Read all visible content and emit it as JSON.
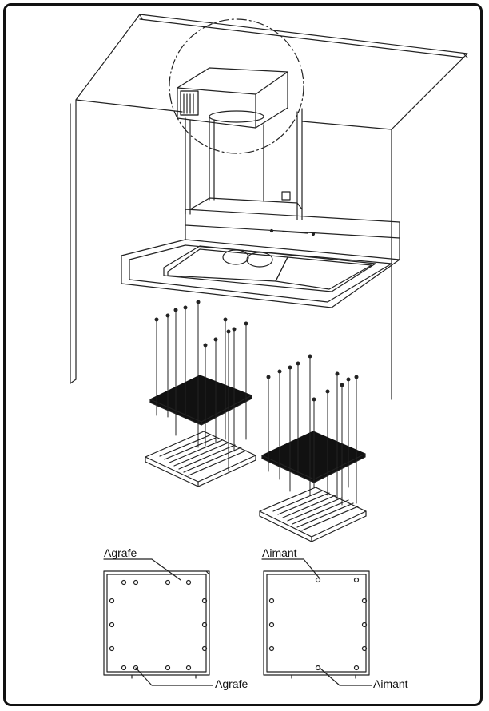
{
  "labels": {
    "agrafe_top": "Agrafe",
    "agrafe_bottom": "Agrafe",
    "aimant_top": "Aimant",
    "aimant_bottom": "Aimant"
  },
  "colors": {
    "line": "#222222",
    "filter_fill": "#111111",
    "background": "#ffffff"
  }
}
